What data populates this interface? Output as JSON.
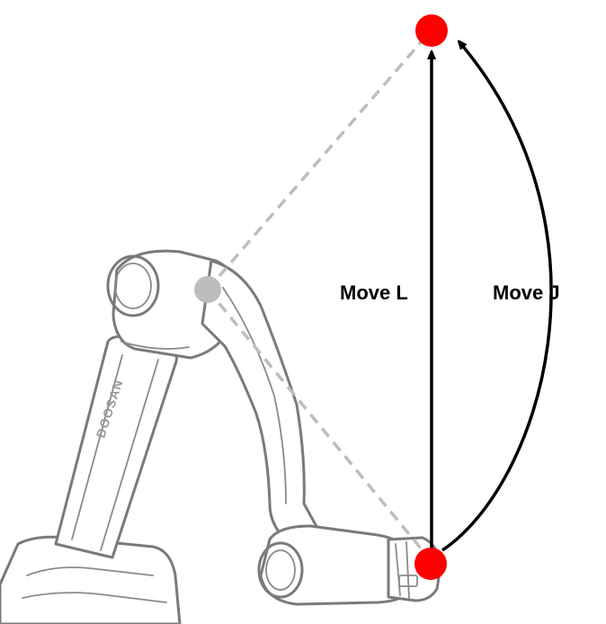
{
  "diagram": {
    "labels": {
      "move_l": "Move L",
      "move_j": "Move J",
      "brand": "DOOSAN"
    },
    "colors": {
      "target_point": "#ff0000",
      "start_point": "#ff0000",
      "intermediate_point": "#bdbdbd",
      "path_line": "#000000",
      "dashed_line": "#bdbdbd",
      "robot_outline": "#7a7a7a"
    }
  }
}
